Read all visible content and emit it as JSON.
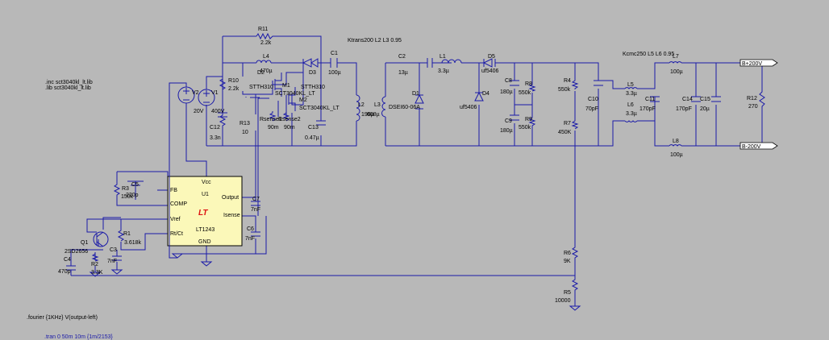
{
  "directives": {
    "inc": ".inc sct3040kl_lt.lib",
    "lib": ".lib sct3040kl_lt.lib",
    "fourier": ".fourier {1KHz} V(output-left)",
    "tran": ".tran 0 50m 10m {1m/2153}",
    "ktrans": "Ktrans200 L2 L3 0.95",
    "kcmc": "Kcmc250 L5 L6 0.95"
  },
  "ic": {
    "logo": "LT",
    "name": "U1",
    "part": "LT1243",
    "pins": {
      "vcc": "Vcc",
      "fb": "FB",
      "comp": "COMP",
      "vref": "Vref",
      "rtct": "Rt/Ct",
      "gnd": "GND",
      "output": "Output",
      "isense": "Isense"
    }
  },
  "ports": {
    "pos": "B+200V",
    "neg": "B-200V"
  },
  "components": {
    "R11": {
      "name": "R11",
      "value": "2.2k"
    },
    "L4": {
      "name": "L4",
      "value": "470µ"
    },
    "D2": {
      "name": "D2",
      "value": "STTH310"
    },
    "D3": {
      "name": "D3",
      "value": "STTH310"
    },
    "C1": {
      "name": "C1",
      "value": "100µ"
    },
    "V1": {
      "name": "V1",
      "value": "400V"
    },
    "R10": {
      "name": "R10",
      "value": "2.2k"
    },
    "M1": {
      "name": "M1",
      "value": "SCT3040KL_LT"
    },
    "M2": {
      "name": "M2",
      "value": "SCT3040KL_LT"
    },
    "Rsense1": {
      "name": "Rsense1",
      "value": "90m"
    },
    "Rsense2": {
      "name": "Rsense2",
      "value": "90m"
    },
    "R13": {
      "name": "R13",
      "value": "10"
    },
    "C12": {
      "name": "C12",
      "value": "3.3n"
    },
    "C13": {
      "name": "C13",
      "value": "0.47µ"
    },
    "L2": {
      "name": "L2",
      "value": "198µ"
    },
    "L3": {
      "name": "L3",
      "value": "608µ"
    },
    "C2": {
      "name": "C2",
      "value": "13µ"
    },
    "D1": {
      "name": "D1",
      "value": "DSEI60-06A"
    },
    "L1": {
      "name": "L1",
      "value": "3.3µ"
    },
    "D5": {
      "name": "D5",
      "value": "uf5406"
    },
    "D4": {
      "name": "D4",
      "value": "uf5406"
    },
    "C8": {
      "name": "C8",
      "value": "180µ"
    },
    "R8": {
      "name": "R8",
      "value": "550k"
    },
    "C9": {
      "name": "C9",
      "value": "180µ"
    },
    "R9": {
      "name": "R9",
      "value": "550k"
    },
    "R4": {
      "name": "R4",
      "value": "550k"
    },
    "R7": {
      "name": "R7",
      "value": "450K"
    },
    "C10": {
      "name": "C10",
      "value": "70pF"
    },
    "L5": {
      "name": "L5",
      "value": "3.3µ"
    },
    "L6": {
      "name": "L6",
      "value": "3.3µ"
    },
    "C11": {
      "name": "C11",
      "value": "170pF"
    },
    "L7": {
      "name": "L7",
      "value": "100µ"
    },
    "L8": {
      "name": "L8",
      "value": "100µ"
    },
    "C14": {
      "name": "C14",
      "value": "170pF"
    },
    "C15": {
      "name": "C15",
      "value": "20µ"
    },
    "R12": {
      "name": "R12",
      "value": "270"
    },
    "V2": {
      "name": "V2",
      "value": "20V"
    },
    "R3": {
      "name": "R3",
      "value": "150k"
    },
    "C5": {
      "name": "C5",
      "value": "220p"
    },
    "C7": {
      "name": "C7",
      "value": "7nF"
    },
    "C6": {
      "name": "C6",
      "value": "7nF"
    },
    "Q1": {
      "name": "Q1",
      "value": "2SD2656"
    },
    "R1": {
      "name": "R1",
      "value": "3.618k"
    },
    "C3": {
      "name": "C3",
      "value": "7nF"
    },
    "C4": {
      "name": "C4",
      "value": "470p"
    },
    "R2": {
      "name": "R2",
      "value": "3.3K"
    },
    "R6": {
      "name": "R6",
      "value": "9K"
    },
    "R5": {
      "name": "R5",
      "value": "10000"
    }
  }
}
